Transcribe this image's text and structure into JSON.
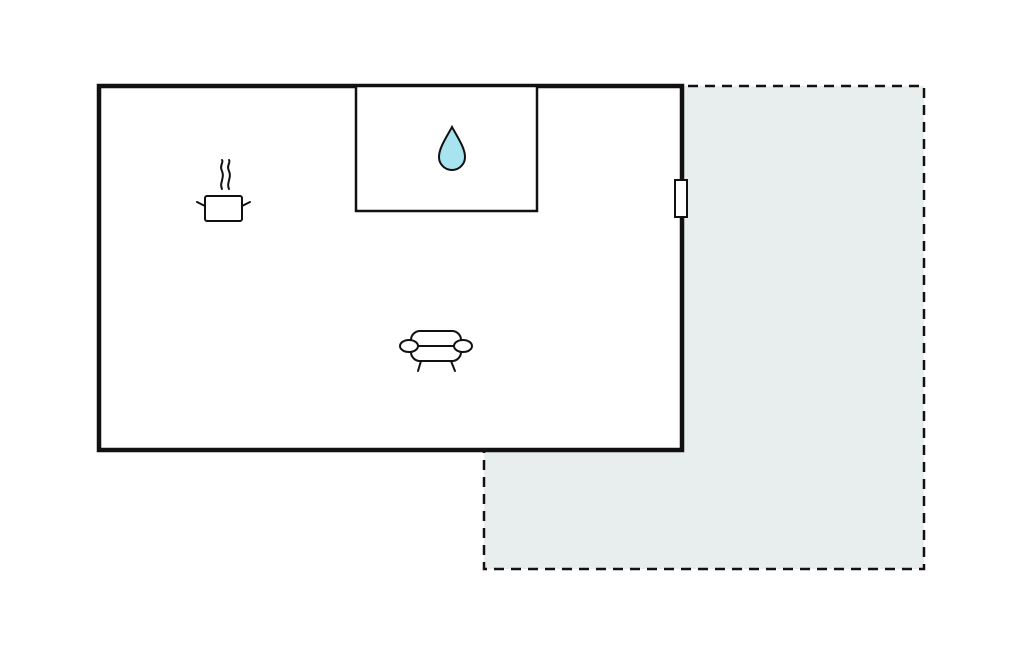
{
  "floorplan": {
    "rooms": [
      {
        "kind": "main-living-area"
      },
      {
        "kind": "bathroom"
      },
      {
        "kind": "outdoor-terrace"
      }
    ],
    "icons": [
      {
        "name": "cooking-pot-icon",
        "meaning": "kitchen"
      },
      {
        "name": "water-drop-icon",
        "meaning": "bathroom"
      },
      {
        "name": "sofa-icon",
        "meaning": "living room"
      }
    ],
    "colors": {
      "wall": "#111111",
      "terrace_fill": "#e8eeee",
      "water_drop": "#a8e4f0",
      "background": "#ffffff"
    }
  }
}
